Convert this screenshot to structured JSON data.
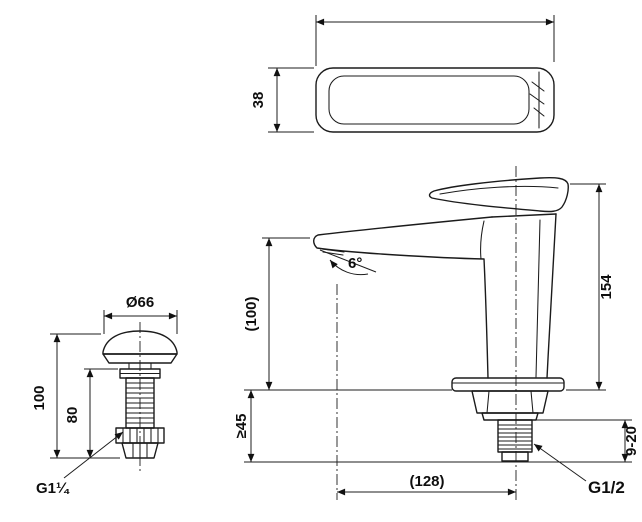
{
  "drawing": {
    "labels": {
      "handle_width": "38",
      "overall_height": "154",
      "spout_height": "(100)",
      "spout_angle": "6°",
      "mounting_thickness": "≥45",
      "spout_reach": "(128)",
      "thread_length_range": "9-20",
      "inlet_thread": "G1/2",
      "drain_cap_diameter": "Ø66",
      "drain_total_height": "100",
      "drain_body_height": "80",
      "drain_thread": "G1¼"
    }
  }
}
